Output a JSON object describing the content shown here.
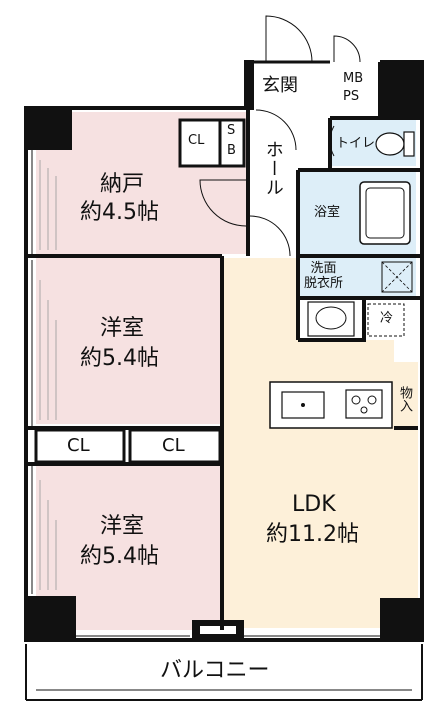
{
  "rooms": {
    "nando": {
      "name": "納戸",
      "size": "約4.5帖"
    },
    "western_upper": {
      "name": "洋室",
      "size": "約5.4帖"
    },
    "western_lower": {
      "name": "洋室",
      "size": "約5.4帖"
    },
    "ldk": {
      "name": "LDK",
      "size": "約11.2帖"
    },
    "genkan": {
      "name": "玄関"
    },
    "hall": {
      "name": "ホール"
    },
    "toilet": {
      "name": "トイレ"
    },
    "bath": {
      "name": "浴室"
    },
    "washroom": {
      "name": "洗面\n脱衣所"
    },
    "storage": {
      "name": "物入"
    },
    "balcony": {
      "name": "バルコニー"
    }
  },
  "labels": {
    "mbps_line1": "MB",
    "mbps_line2": "PS",
    "sb_line1": "S",
    "sb_line2": "B",
    "cl_nando": "CL",
    "cl_left": "CL",
    "cl_right": "CL",
    "refrigerator": "冷"
  },
  "colors": {
    "bedroom_fill": "#f6e1e1",
    "ldk_fill": "#fdf0d9",
    "wet_fill": "#ddeef8",
    "wall": "#111111"
  }
}
